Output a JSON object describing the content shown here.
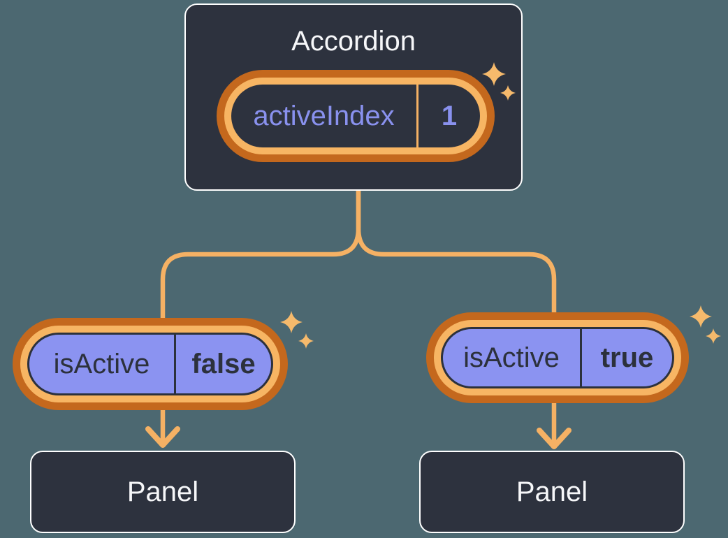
{
  "diagram": {
    "root": {
      "title": "Accordion",
      "state": {
        "name": "activeIndex",
        "value": "1"
      }
    },
    "children": [
      {
        "state": {
          "name": "isActive",
          "value": "false"
        },
        "panel": {
          "title": "Panel"
        }
      },
      {
        "state": {
          "name": "isActive",
          "value": "true"
        },
        "panel": {
          "title": "Panel"
        }
      }
    ]
  },
  "icons": {
    "sparkles": "sparkles-icon (four-point stars marking state)",
    "arrow_down": "arrow-down-icon (data flow to panels)"
  },
  "colors": {
    "background": "#4C6871",
    "box_fill": "#2D323E",
    "box_border": "#FFFFFF",
    "ring_outer_orange": "#C4681D",
    "ring_inner_orange": "#F7B563",
    "connector_orange": "#F5B164",
    "sparkle_orange": "#F6BA6C",
    "pill_purple": "#8B93F1",
    "state_text_purple": "#8991EE",
    "dark_text": "#2C313C",
    "light_text": "#F6F7F9"
  }
}
